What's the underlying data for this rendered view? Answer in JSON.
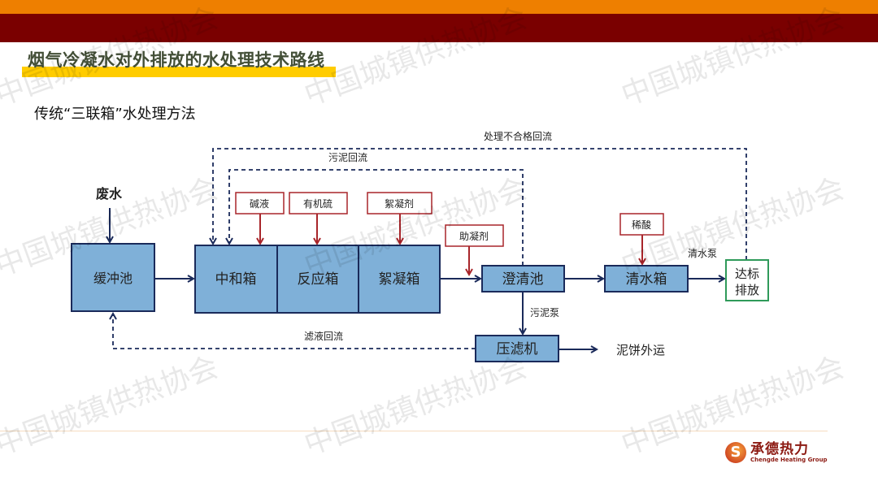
{
  "header": {
    "title": "烟气冷凝水对外排放的水处理技术路线",
    "subtitle": "传统“三联箱”水处理方法"
  },
  "watermark": "中国城镇供热协会",
  "diagram": {
    "input": "废水",
    "boxes": {
      "buffer": "缓冲池",
      "neutral": "中和箱",
      "reaction": "反应箱",
      "floc": "絮凝箱",
      "clarifier": "澄清池",
      "clean": "清水箱",
      "discharge_1": "达标",
      "discharge_2": "排放",
      "press": "压滤机"
    },
    "reagents": {
      "alkali": "碱液",
      "sulfur": "有机硫",
      "flocculant": "絮凝剂",
      "coagulant_aid": "助凝剂",
      "acid": "稀酸"
    },
    "labels": {
      "reject_return": "处理不合格回流",
      "sludge_return": "污泥回流",
      "filtrate_return": "滤液回流",
      "sludge_pump": "污泥泵",
      "clean_pump": "清水泵",
      "cake_out": "泥饼外运"
    }
  },
  "logo": {
    "cn": "承德热力",
    "en": "Chengde Heating Group"
  },
  "colors": {
    "box_fill": "#7fb0d8",
    "box_border": "#1a2a5a",
    "reagent": "#a8252a",
    "discharge": "#2f9a5a"
  }
}
